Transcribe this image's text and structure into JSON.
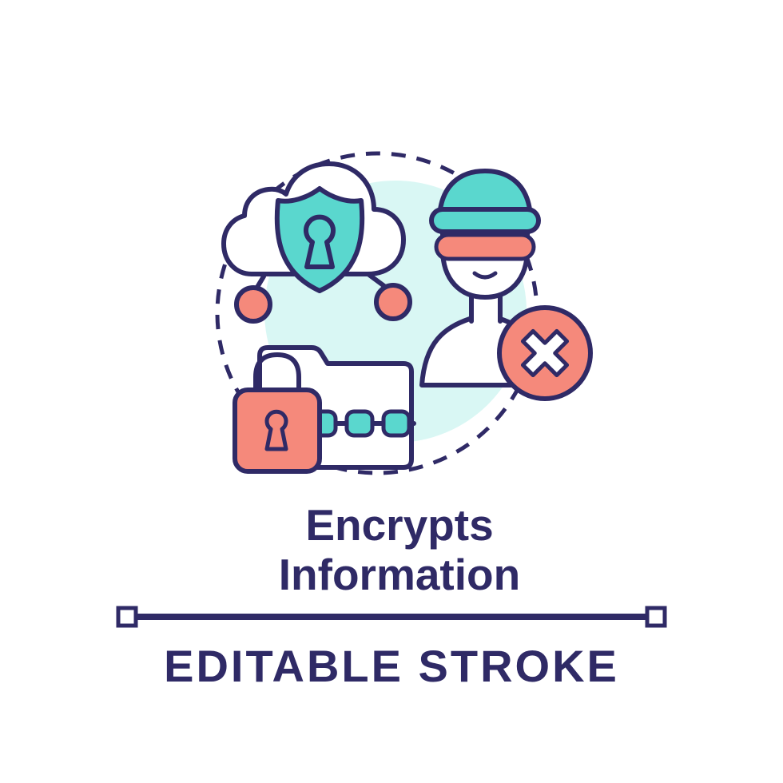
{
  "illustration": {
    "title_line1": "Encrypts",
    "title_line2": "Information",
    "caption": "EDITABLE STROKE",
    "icons": [
      "cloud-icon",
      "shield-keyhole-icon",
      "thief-icon",
      "cross-circle-icon",
      "folder-icon",
      "padlock-icon",
      "chain-links-icon",
      "dot-accent-left",
      "dot-accent-right",
      "dashed-circle-background",
      "teal-circle-background"
    ],
    "colors": {
      "navy": "#2F2A66",
      "salmon": "#F5897B",
      "teal": "#5AD7CE",
      "light_teal": "#D9F7F4",
      "white": "#FFFFFF"
    }
  }
}
